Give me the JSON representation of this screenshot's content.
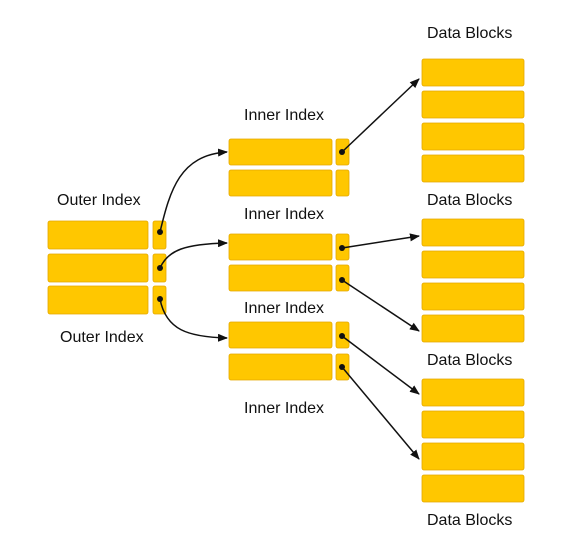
{
  "labels": {
    "outer_index_top": "Outer Index",
    "outer_index_bottom": "Outer Index",
    "inner_index_1": "Inner Index",
    "inner_index_2": "Inner Index",
    "inner_index_3": "Inner Index",
    "inner_index_4": "Inner Index",
    "data_blocks_1": "Data Blocks",
    "data_blocks_2": "Data Blocks",
    "data_blocks_3": "Data Blocks",
    "data_blocks_4": "Data Blocks"
  },
  "colors": {
    "block_fill": "#FFC700",
    "block_stroke": "#E5A800",
    "arrow": "#111111",
    "text": "#111111",
    "background": "#FFFFFF"
  }
}
